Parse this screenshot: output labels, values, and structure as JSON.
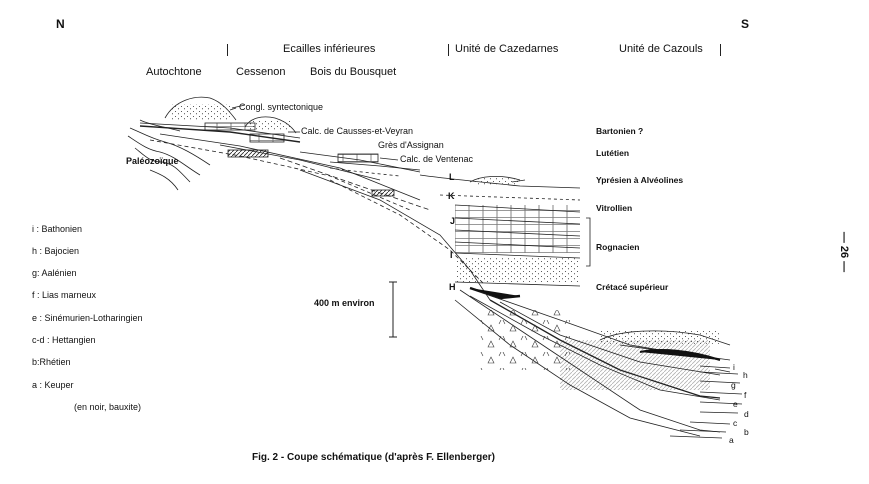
{
  "orientation": {
    "north": "N",
    "south": "S"
  },
  "units_header": [
    "Ecailles inférieures",
    "Unité de Cazedarnes",
    "Unité de Cazouls"
  ],
  "units_sub": [
    "Autochtone",
    "Cessenon",
    "Bois du Bousquet"
  ],
  "section_labels": {
    "congl": "Congl. syntectonique",
    "calc_causses": "Calc. de Causses-et-Veyran",
    "gres": "Grès d'Assignan",
    "calc_ventenac": "Calc. de Ventenac",
    "paleozoique": "Paléozoïque",
    "scale": "400 m environ"
  },
  "stage_labels": {
    "bartonien": "Bartonien ?",
    "lutetien": "Lutétien",
    "ypresien": "Yprésien à Alvéolines",
    "vitrollien": "Vitrollien",
    "rognacien": "Rognacien",
    "cretace": "Crétacé supérieur"
  },
  "unit_letters": [
    "L",
    "K",
    "J",
    "I",
    "H"
  ],
  "right_letters": [
    "i",
    "h",
    "g",
    "f",
    "e",
    "d",
    "c",
    "b",
    "a"
  ],
  "legend": [
    "i : Bathonien",
    "h : Bajocien",
    "g: Aalénien",
    "f : Lias marneux",
    "e : Sinémurien-Lotharingien",
    "c-d : Hettangien",
    "b:Rhétien",
    "a : Keuper",
    "(en noir, bauxite)"
  ],
  "page_number": "— 26 —",
  "caption": "Fig. 2 - Coupe schématique (d'après F. Ellenberger)"
}
